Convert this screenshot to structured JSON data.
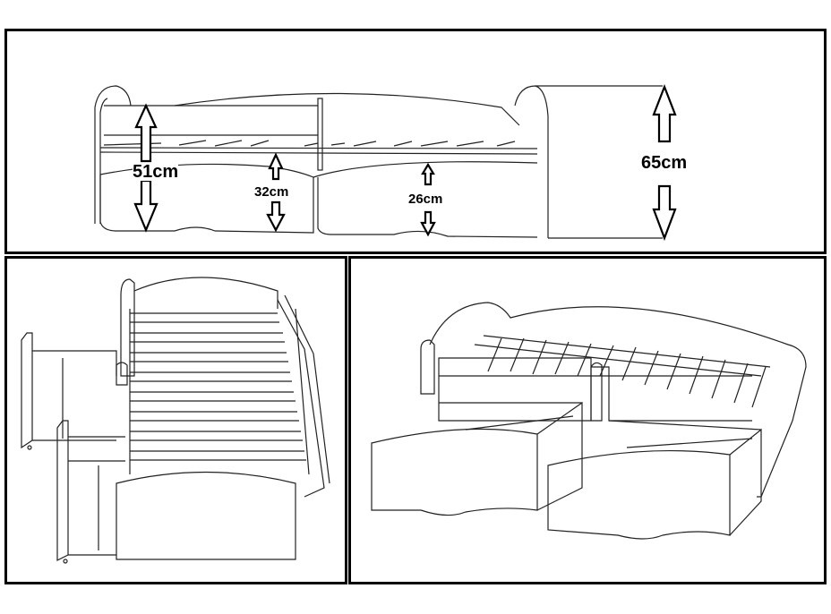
{
  "dimensions": {
    "total_height": "51cm",
    "bed_frame_height": "32cm",
    "drawer_height": "26cm",
    "headboard_height": "65cm"
  },
  "panels": [
    "front-view-dimensions",
    "top-view-drawers-open",
    "perspective-view-drawers-open"
  ]
}
